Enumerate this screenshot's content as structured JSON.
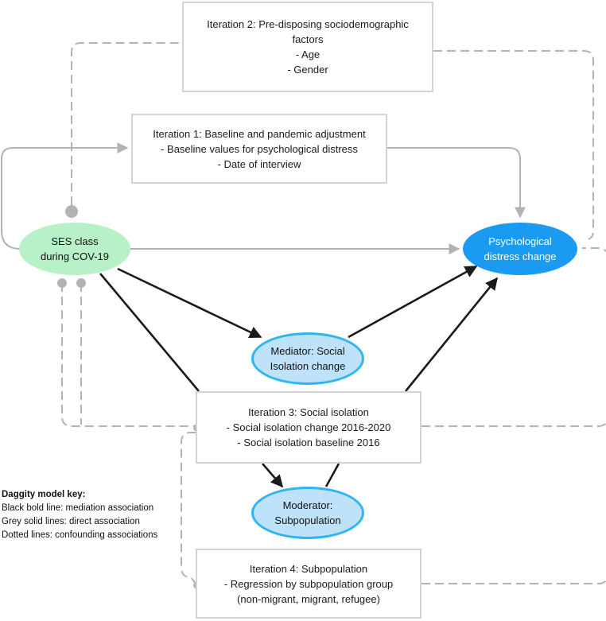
{
  "boxes": {
    "iteration2": [
      "Iteration 2: Pre-disposing sociodemographic",
      "factors",
      "- Age",
      "- Gender"
    ],
    "iteration1": [
      "Iteration 1: Baseline and pandemic adjustment",
      "- Baseline values for psychological distress",
      "- Date of interview"
    ],
    "iteration3": [
      "Iteration 3: Social isolation",
      "- Social isolation change 2016-2020",
      "- Social isolation baseline 2016"
    ],
    "iteration4": [
      "Iteration 4: Subpopulation",
      "- Regression by subpopulation group",
      "(non-migrant, migrant, refugee)"
    ]
  },
  "nodes": {
    "ses": [
      "SES class",
      "during COV-19"
    ],
    "psych": [
      "Psychological",
      "distress change"
    ],
    "mediator": [
      "Mediator: Social",
      "Isolation change"
    ],
    "moderator": [
      "Moderator:",
      "Subpopulation"
    ]
  },
  "legend": {
    "title": "Daggity model key:",
    "items": [
      "Black bold line: mediation association",
      "Grey solid lines: direct association",
      "Dotted lines: confounding associations"
    ]
  },
  "colors": {
    "ses_fill": "#b8f0c8",
    "psych_fill": "#1a9af0",
    "mediator_fill": "#bfe2fb",
    "mediator_border": "#30b4f2",
    "mediation_line": "#1a1a1a",
    "direct_line": "#b3b3b3",
    "confounding_line": "#b3b3b3"
  }
}
